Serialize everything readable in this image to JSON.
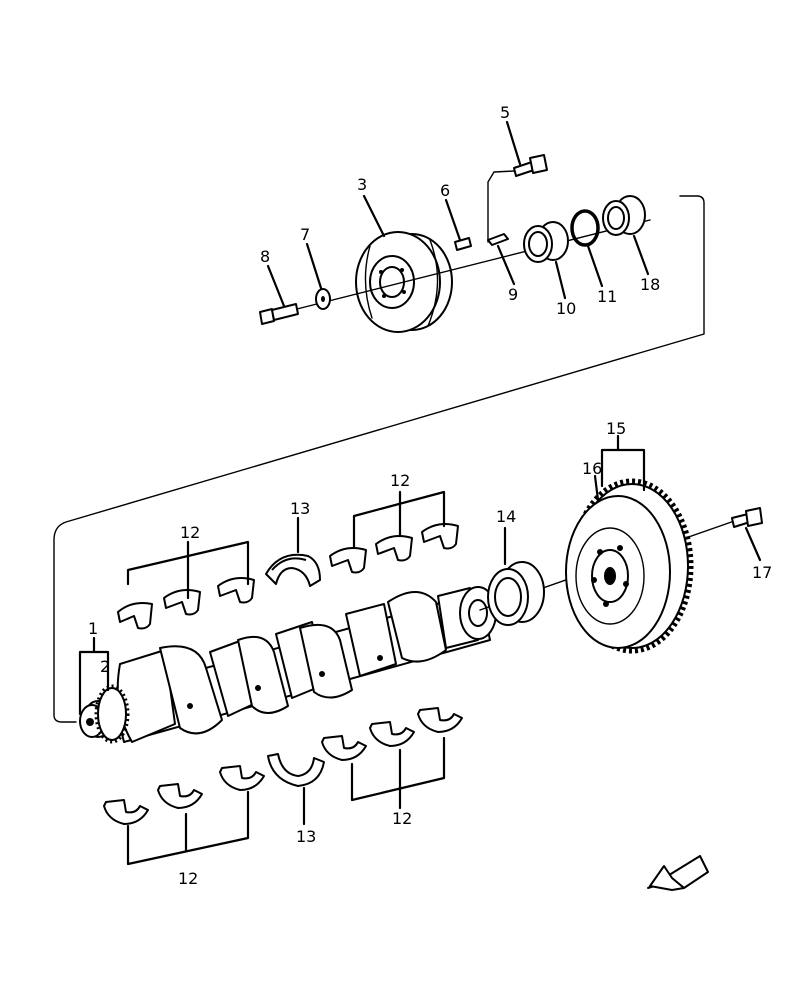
{
  "diagram": {
    "type": "exploded-parts-view",
    "callouts": {
      "c1": "1",
      "c2": "2",
      "c3": "3",
      "c5": "5",
      "c6": "6",
      "c7": "7",
      "c8": "8",
      "c9": "9",
      "c10": "10",
      "c11": "11",
      "c12": "12",
      "c13": "13",
      "c14": "14",
      "c15": "15",
      "c16": "16",
      "c17": "17",
      "c18": "18"
    },
    "orientation_arrow": "hollow-arrow-pointing-lower-left",
    "line_color": "#000000",
    "background": "#ffffff"
  }
}
